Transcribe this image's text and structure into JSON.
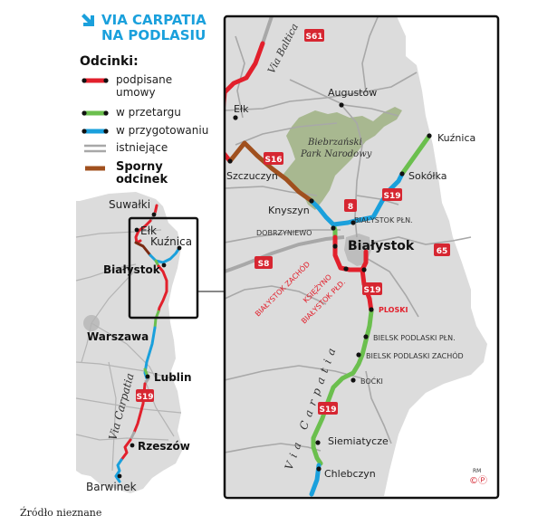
{
  "header": {
    "icon": "arrow-down-right-icon",
    "title_line1": "VIA CARPATIA",
    "title_line2": "NA PODLASIU",
    "accent_color": "#1aa0dc"
  },
  "legend": {
    "heading": "Odcinki:",
    "items": [
      {
        "key": "signed",
        "label_line1": "podpisane",
        "label_line2": "umowy",
        "color": "#e2202c"
      },
      {
        "key": "tender",
        "label_line1": "w przetargu",
        "color": "#6bbf4e"
      },
      {
        "key": "preparation",
        "label_line1": "w przygotowaniu",
        "color": "#1aa0dc"
      },
      {
        "key": "existing",
        "label_line1": "istniejące",
        "color": "#a8a8a8"
      },
      {
        "key": "disputed",
        "label_line1": "Sporny",
        "label_line2": "odcinek",
        "color": "#a0501e"
      }
    ]
  },
  "overview_map": {
    "cities": [
      "Suwałki",
      "Ełk",
      "Kuźnica",
      "Białystok",
      "Warszawa",
      "Lublin",
      "Rzeszów",
      "Barwinek"
    ],
    "road_badge": "S19",
    "route_label": "Via Carpatia"
  },
  "detail_map": {
    "road_badges": {
      "s61": "S61",
      "s16": "S16",
      "s8": "S8",
      "r8": "8",
      "s19_north": "S19",
      "s19_mid": "S19",
      "s19_south": "S19",
      "r65": "65"
    },
    "cities": {
      "elk": "Ełk",
      "augustow": "Augustów",
      "szczuczyn": "Szczuczyn",
      "knyszyn": "Knyszyn",
      "kuznica": "Kuźnica",
      "sokolka": "Sokółka",
      "bialystok": "Białystok",
      "siemiatycze": "Siemiatycze",
      "chlebczyn": "Chlebczyn"
    },
    "nodes": {
      "dobrzyniewo": "DOBRZYNIEWO",
      "bialystok_pln": "BIAŁYSTOK PŁN.",
      "bialystok_zachod": "BIAŁYSTOK ZACHÓD",
      "ksiezyno": "KSIĘŻYNO",
      "bialystok_pld": "BIAŁYSTOK PŁD.",
      "ploski": "PLOSKI",
      "bielsk_pln": "BIELSK PODLASKI PŁN.",
      "bielsk_zachod": "BIELSK PODLASKI ZACHÓD",
      "bocki": "BOĆKI"
    },
    "park_line1": "Biebrzański",
    "park_line2": "Park Narodowy",
    "via_baltica": "Via Baltica",
    "via_carpatia": "Via Carpatia",
    "credit": "RM",
    "credit_icons": [
      "©",
      "Ⓟ"
    ]
  },
  "footer": {
    "source": "Źródło nieznane"
  },
  "colors": {
    "land": "#dcdcdc",
    "road_gray": "#a8a8a8",
    "park": "#a8b890",
    "badge_red": "#d62631",
    "label_red": "#e2202c"
  }
}
